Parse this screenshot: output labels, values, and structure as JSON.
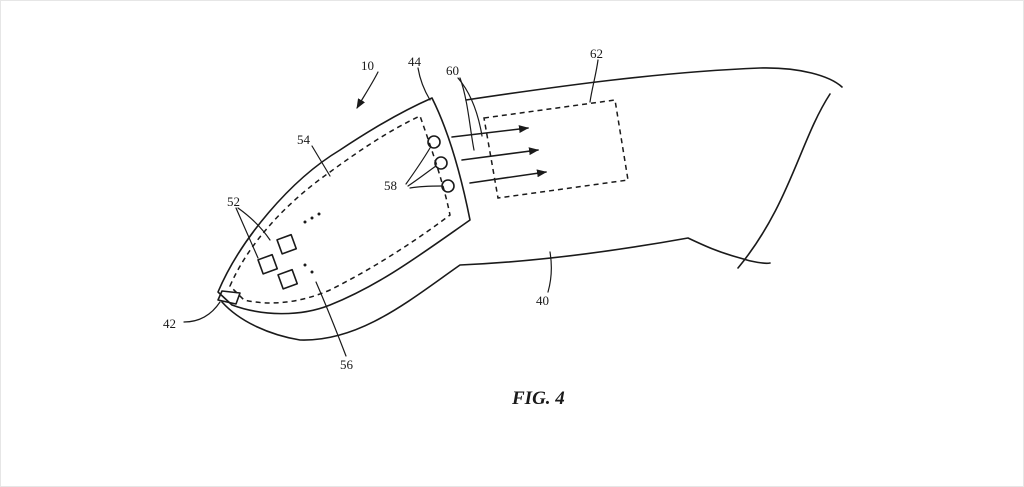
{
  "figure": {
    "caption": "FIG. 4",
    "labels": {
      "device": "10",
      "housing_end": "44",
      "emitted_light": "60",
      "target_region": "62",
      "housing": "54",
      "components": "52",
      "emitters": "58",
      "finger": "40",
      "fingertip": "42",
      "interior_region": "56"
    },
    "colors": {
      "line": "#1a1a1a",
      "background": "#ffffff"
    }
  }
}
